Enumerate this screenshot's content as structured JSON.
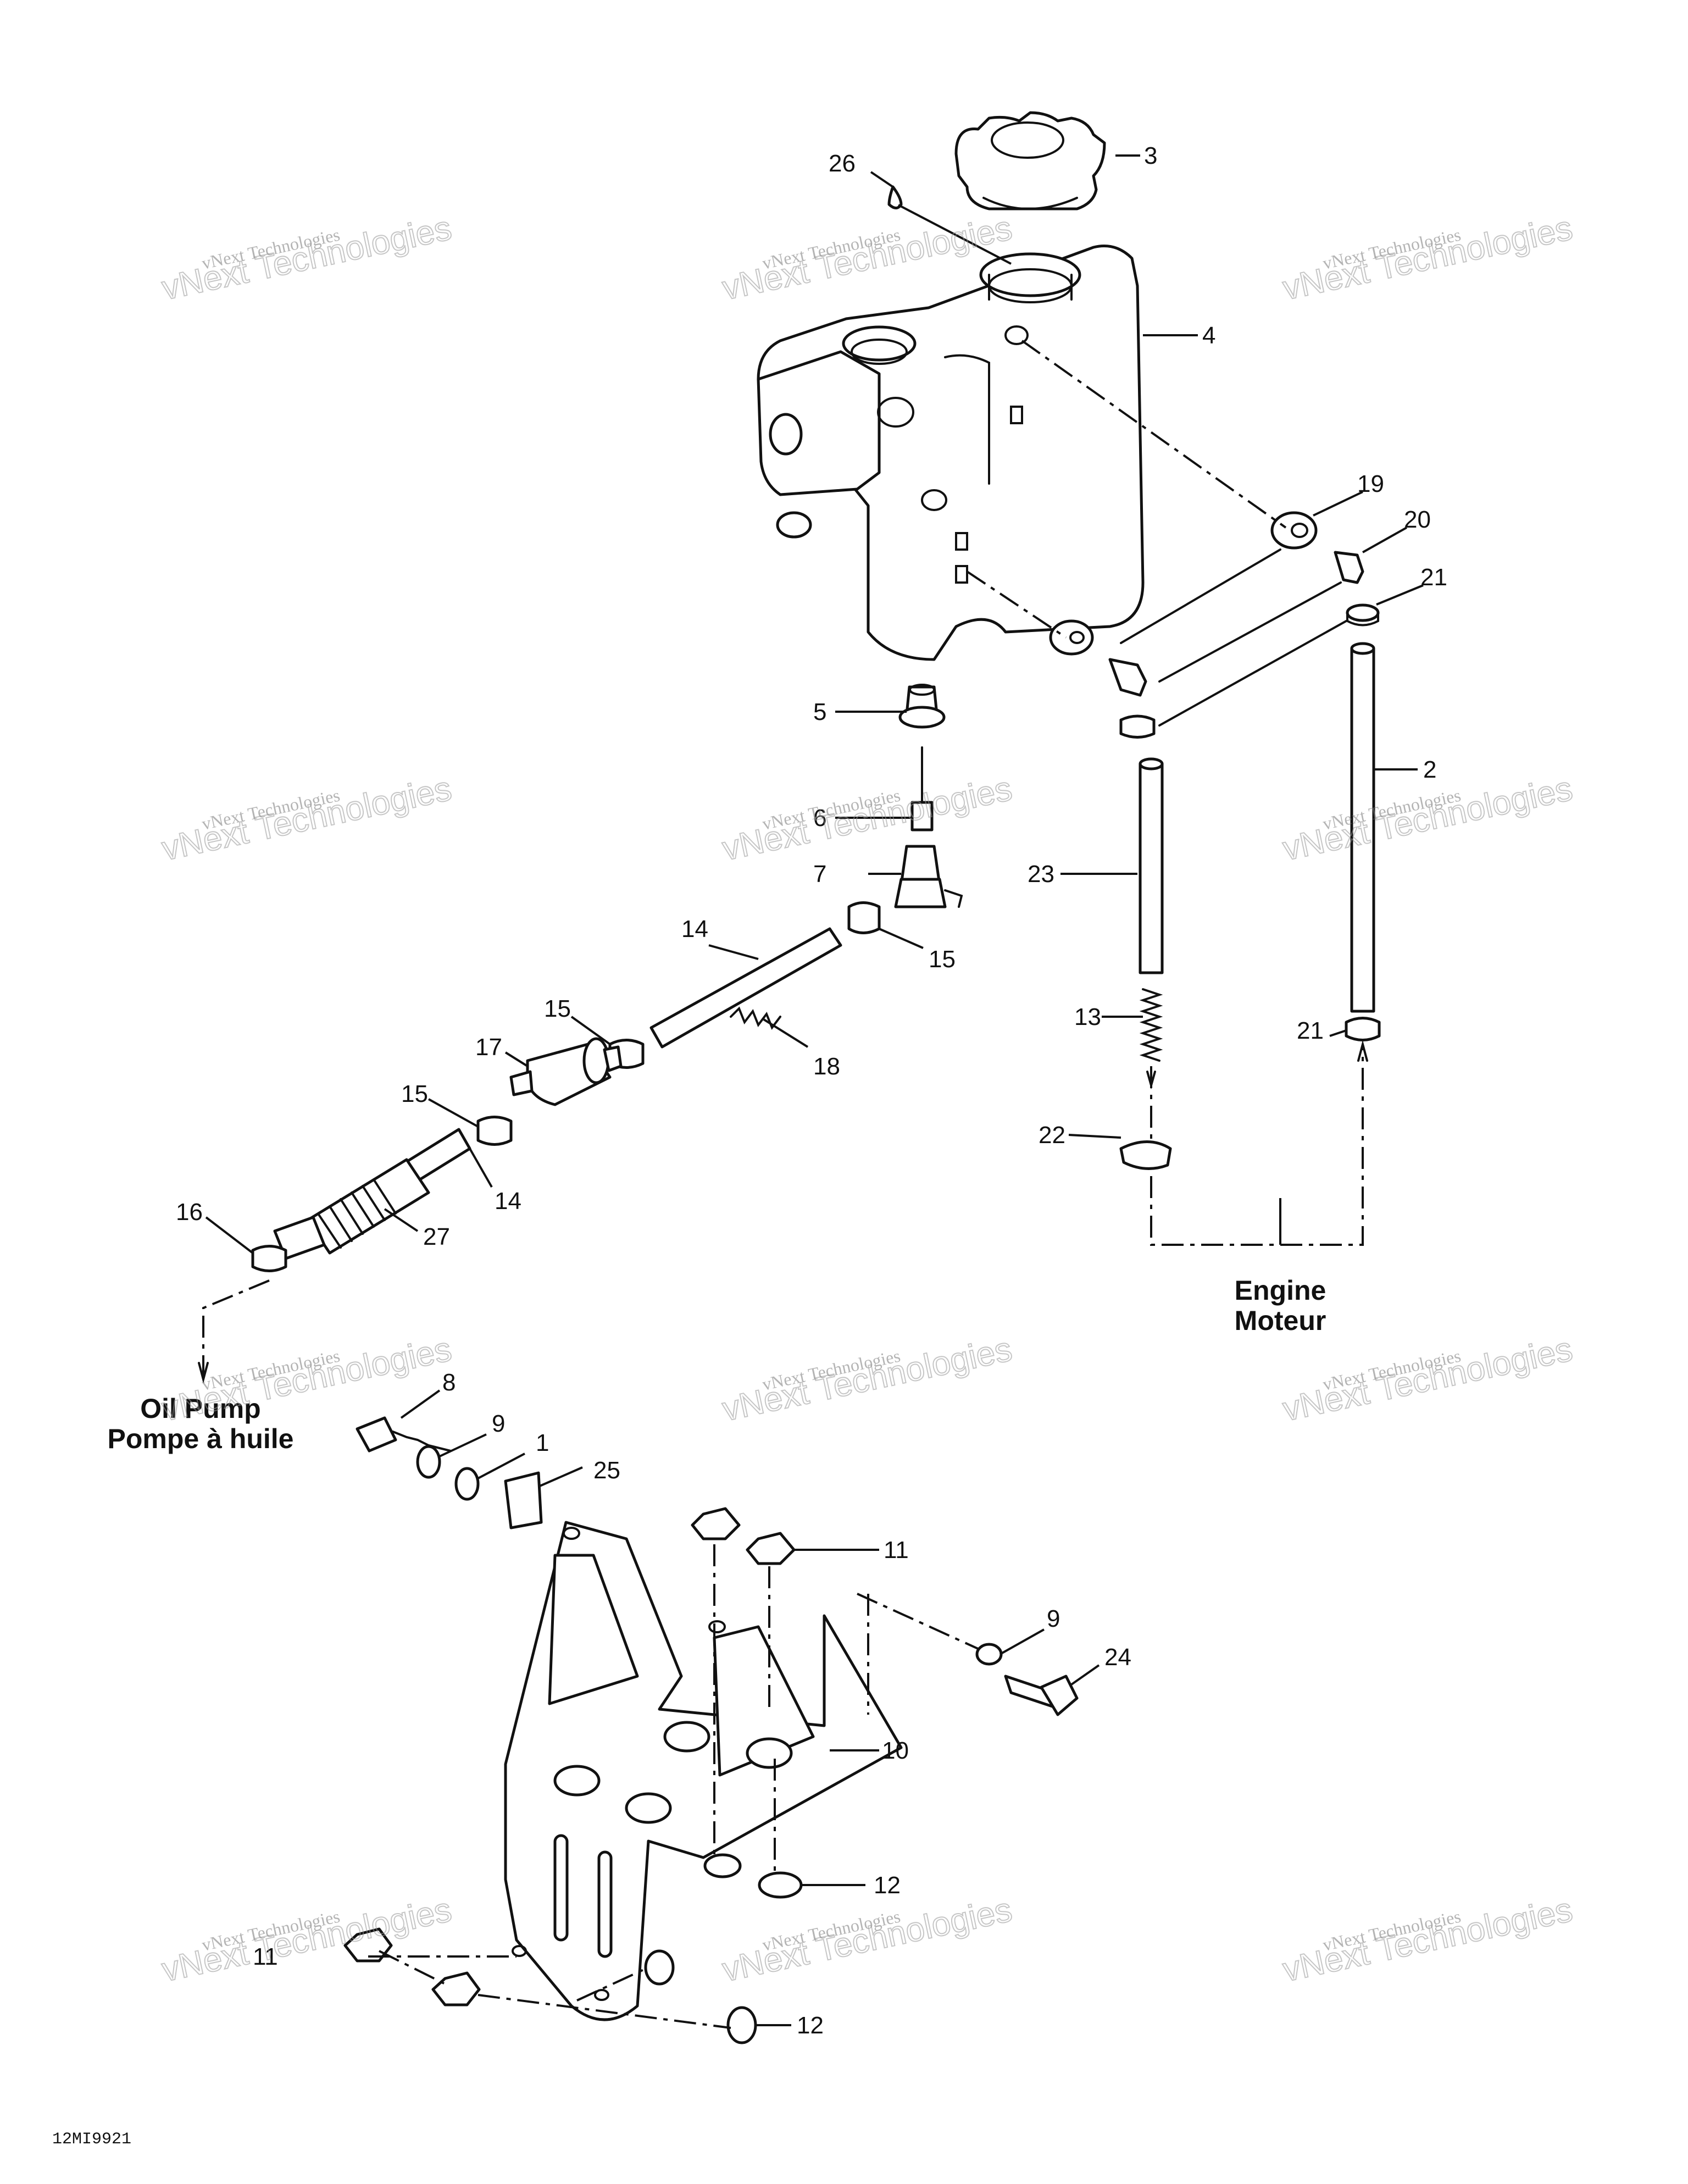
{
  "callouts": [
    {
      "label": "26"
    },
    {
      "label": "3"
    },
    {
      "label": "4"
    },
    {
      "label": "19"
    },
    {
      "label": "20"
    },
    {
      "label": "21"
    },
    {
      "label": "2"
    },
    {
      "label": "5"
    },
    {
      "label": "6"
    },
    {
      "label": "7"
    },
    {
      "label": "23"
    },
    {
      "label": "14"
    },
    {
      "label": "15"
    },
    {
      "label": "15"
    },
    {
      "label": "17"
    },
    {
      "label": "18"
    },
    {
      "label": "13"
    },
    {
      "label": "21"
    },
    {
      "label": "15"
    },
    {
      "label": "14"
    },
    {
      "label": "22"
    },
    {
      "label": "16"
    },
    {
      "label": "27"
    },
    {
      "label": "8"
    },
    {
      "label": "9"
    },
    {
      "label": "1"
    },
    {
      "label": "25"
    },
    {
      "label": "11"
    },
    {
      "label": "9"
    },
    {
      "label": "24"
    },
    {
      "label": "10"
    },
    {
      "label": "12"
    },
    {
      "label": "11"
    },
    {
      "label": "12"
    }
  ],
  "captions": {
    "engine_en": "Engine",
    "engine_fr": "Moteur",
    "oil_pump_en": "Oil Pump",
    "oil_pump_fr": "Pompe à huile"
  },
  "figure_code": "12MI9921",
  "watermark": {
    "line1": "vNext Technologies",
    "line2": "vNext Technologies"
  }
}
